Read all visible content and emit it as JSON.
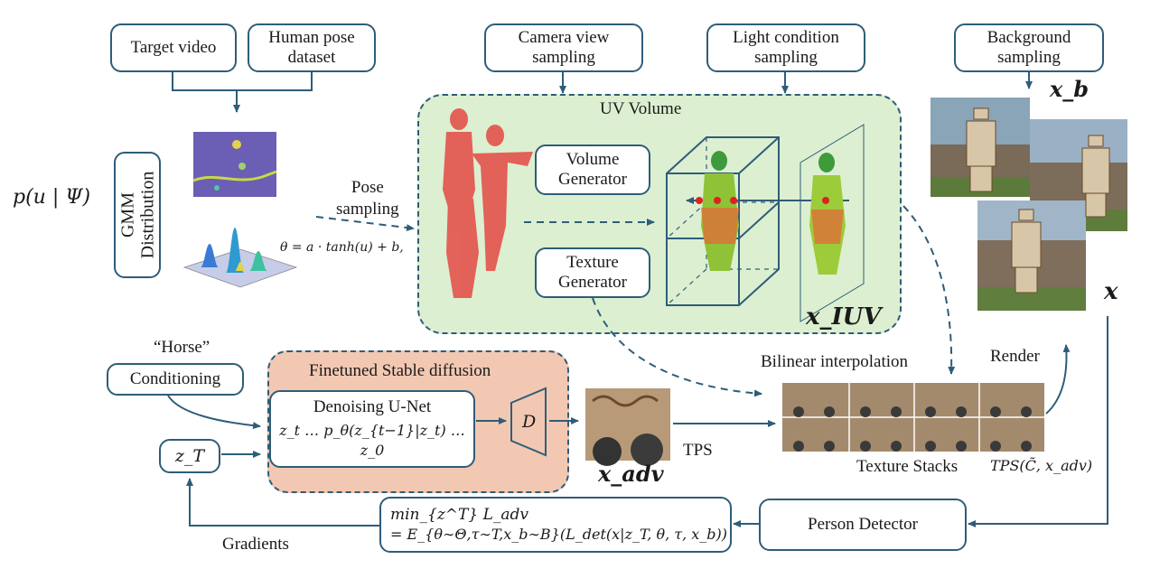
{
  "inputs": {
    "target_video": "Target video",
    "human_pose_dataset": "Human pose\ndataset",
    "camera_view_sampling": "Camera view\nsampling",
    "light_condition_sampling": "Light condition\nsampling",
    "background_sampling": "Background\nsampling"
  },
  "gmm": {
    "label": "GMM\nDistribution",
    "prior": "p(u | Ψ)"
  },
  "pose": {
    "sampling_label": "Pose\nsampling",
    "formula": "θ = a · tanh(u) + b,"
  },
  "uv_volume": {
    "title": "UV Volume",
    "volume_generator": "Volume\nGenerator",
    "texture_generator": "Texture\nGenerator",
    "symbol": "x_IUV"
  },
  "render_side": {
    "xb": "x_b",
    "x": "x",
    "render": "Render",
    "bilinear": "Bilinear interpolation",
    "texture_stacks": "Texture Stacks",
    "tps_formula": "TPS(C̃, x_adv)"
  },
  "diffusion": {
    "horse": "“Horse”",
    "conditioning": "Conditioning",
    "title": "Finetuned Stable diffusion",
    "unet_title": "Denoising U-Net",
    "unet_formula": "z_t … p_θ(z_{t−1}|z_t) … z_0",
    "decoder": "D",
    "zT": "z_T",
    "x_adv": "x_adv",
    "tps": "TPS"
  },
  "bottom": {
    "objective_line1": "min_{z^T} L_adv",
    "objective_line2": "= E_{θ∼Θ,τ∼T,x_b∼B}(L_det(x|z_T, θ, τ, x_b))",
    "person_detector": "Person Detector",
    "gradients": "Gradients"
  },
  "colors": {
    "stroke": "#2e5d78",
    "uv_fill": "#dcefd0",
    "diffusion_fill": "#f2c8b2"
  }
}
